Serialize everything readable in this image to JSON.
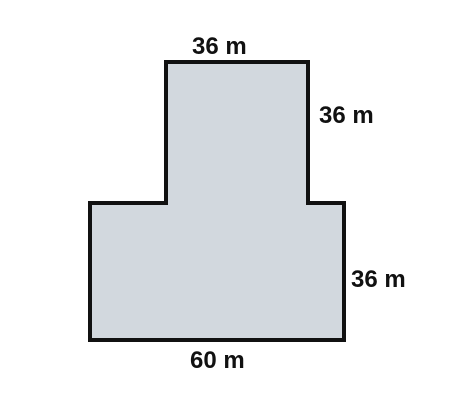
{
  "figure": {
    "shape": "composite rectilinear shape (square on top of rectangle)",
    "fill_color": "#d2d8de",
    "stroke_color": "#111111",
    "labels": {
      "top_width": "36 m",
      "top_height": "36 m",
      "bottom_height": "36 m",
      "bottom_width": "60 m"
    }
  }
}
